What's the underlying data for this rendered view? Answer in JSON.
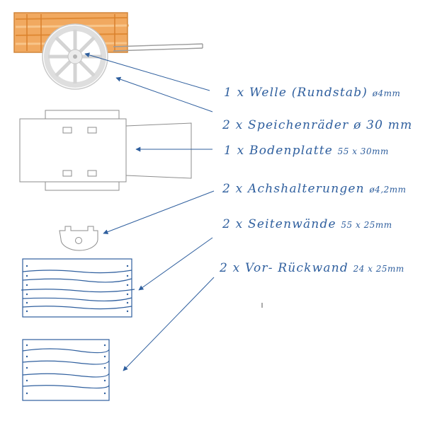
{
  "colors": {
    "ink": "#2f5f9e",
    "wood": "#f0a04f",
    "wood_light": "#f6b874",
    "part_line": "#8e8e8e",
    "wheel": "#ececec"
  },
  "icons": {
    "cart_sketch": "handcart-icon",
    "base_plate": "base-plate-icon",
    "axle_holder": "axle-holder-icon",
    "side_wall": "side-wall-icon",
    "end_wall": "end-wall-icon"
  },
  "parts": [
    {
      "qty": "1 x",
      "name": "Welle (Rundstab)",
      "spec": "ø4mm"
    },
    {
      "qty": "2 x",
      "name": "Speichenräder",
      "spec": "ø 30 mm"
    },
    {
      "qty": "1 x",
      "name": "Bodenplatte",
      "spec": "55 x 30mm"
    },
    {
      "qty": "2 x",
      "name": "Achshalterungen",
      "spec": "ø4,2mm"
    },
    {
      "qty": "2 x",
      "name": "Seitenwände",
      "spec": "55 x 25mm"
    },
    {
      "qty": "2 x",
      "name": "Vor- Rückwand",
      "spec": "24 x 25mm"
    }
  ]
}
